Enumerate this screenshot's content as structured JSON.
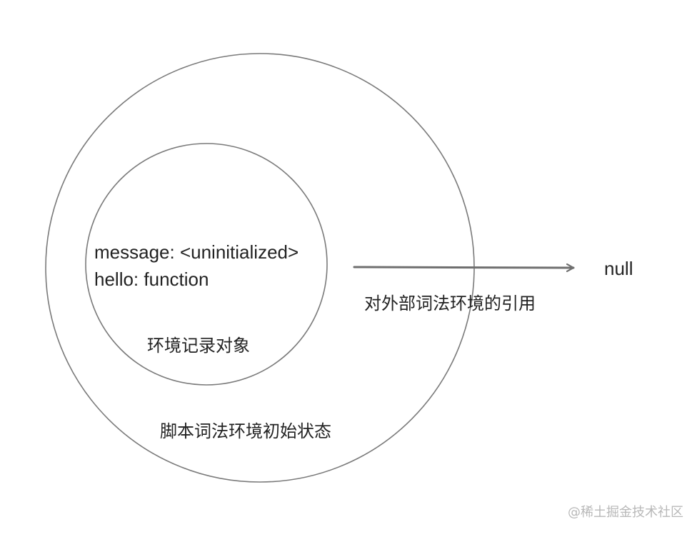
{
  "environment_record": {
    "fields": [
      "message: <uninitialized>",
      "hello: function"
    ],
    "caption": "环境记录对象"
  },
  "script_environment": {
    "caption": "脚本词法环境初始状态"
  },
  "outer_reference": {
    "caption": "对外部词法环境的引用",
    "target": "null"
  },
  "watermark": "@稀土掘金技术社区",
  "colors": {
    "stroke": "#7a7a7a",
    "arrow": "#6f6f6f",
    "text": "#222222",
    "watermark": "#b8b8b8"
  }
}
